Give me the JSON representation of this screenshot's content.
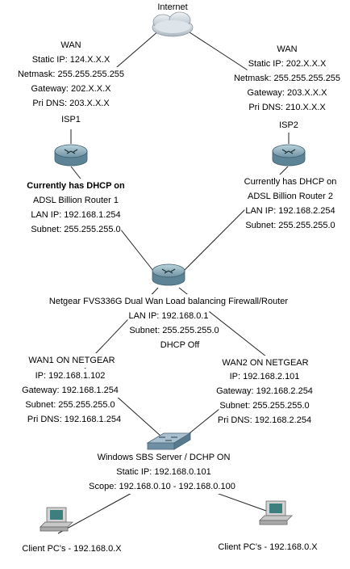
{
  "internet": {
    "label": "Internet"
  },
  "isp1": {
    "wan_title": "WAN",
    "static_ip": "Static IP: 124.X.X.X",
    "netmask": "Netmask: 255.255.255.255",
    "gateway": "Gateway: 202.X.X.X",
    "pri_dns": "Pri DNS: 203.X.X.X",
    "name": "ISP1",
    "dhcp_note": "Currently has DHCP on",
    "model": "ADSL Billion Router 1",
    "lan_ip": "LAN IP: 192.168.1.254",
    "subnet": "Subnet: 255.255.255.0"
  },
  "isp2": {
    "wan_title": "WAN",
    "static_ip": "Static IP: 202.X.X.X",
    "netmask": "Netmask: 255.255.255.255",
    "gateway": "Gateway: 203.X.X.X",
    "pri_dns": "Pri DNS: 210.X.X.X",
    "name": "ISP2",
    "dhcp_note": "Currently has DHCP on",
    "model": "ADSL Billion Router 2",
    "lan_ip": "LAN IP: 192.168.2.254",
    "subnet": "Subnet: 255.255.255.0"
  },
  "netgear": {
    "title": "Netgear FVS336G Dual Wan Load balancing Firewall/Router",
    "lan_ip": "LAN IP: 192.168.0.1",
    "subnet": "Subnet: 255.255.255.0",
    "dhcp": "DHCP Off"
  },
  "wan1": {
    "title": "WAN1 ON NETGEAR",
    "ip": "IP: 192.168.1.102",
    "gateway": "Gateway: 192.168.1.254",
    "subnet": "Subnet: 255.255.255.0",
    "pri_dns": "Pri DNS: 192.168.1.254"
  },
  "wan2": {
    "title": "WAN2 ON NETGEAR",
    "ip": "IP: 192.168.2.101",
    "gateway": "Gateway: 192.168.2.254",
    "subnet": "Subnet: 255.255.255.0",
    "pri_dns": "Pri DNS: 192.168.2.254"
  },
  "server": {
    "title": "Windows SBS Server / DCHP ON",
    "static_ip": "Static IP: 192.168.0.101",
    "scope": "Scope: 192.168.0.10 - 192.168.0.100"
  },
  "client_left": {
    "label": "Client PC's - 192.168.0.X"
  },
  "client_right": {
    "label": "Client PC's - 192.168.0.X"
  },
  "colors": {
    "line": "#222222",
    "router_body": "#5a8092",
    "router_top": "#a9c7d2",
    "cloud": "#c9d2da",
    "switch": "#7f9cb0",
    "pc_body": "#c8c8c8",
    "pc_screen": "#3d7f7f"
  }
}
